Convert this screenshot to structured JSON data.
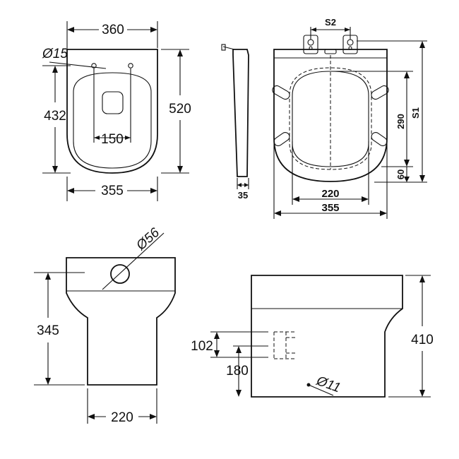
{
  "plan_view": {
    "width_top": "360",
    "hole_diameter": "Ø15",
    "hole_spacing": "150",
    "depth_inner": "432",
    "depth_total": "520",
    "width_bottom": "355"
  },
  "seat_side": {
    "thickness": "35"
  },
  "seat_top": {
    "hinge_spacing": "S2",
    "seat_length": "S1",
    "opening_length": "290",
    "front_offset": "60",
    "opening_width": "220",
    "seat_width": "355"
  },
  "front_view": {
    "inlet_diameter": "Ø56",
    "height": "345",
    "base_width": "220"
  },
  "side_view": {
    "outlet_height": "102",
    "outlet_from_floor": "180",
    "fixing_hole": "Ø11",
    "total_height": "410"
  }
}
